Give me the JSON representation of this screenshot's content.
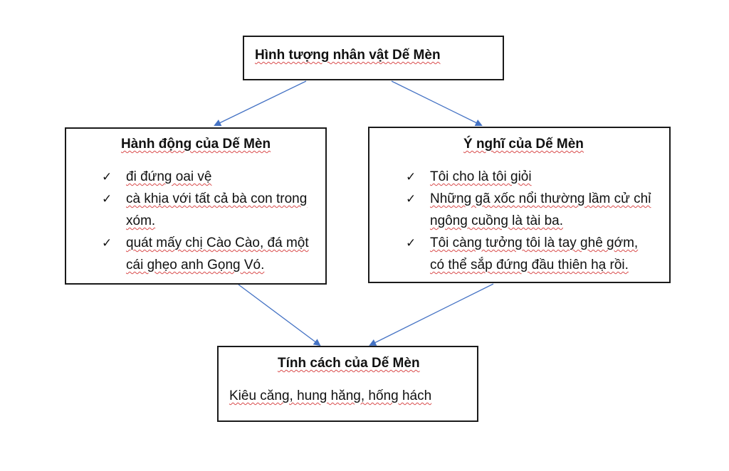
{
  "diagram": {
    "top": {
      "title": "Hình tượng nhân vật Dế Mèn"
    },
    "left": {
      "title": "Hành động của Dế Mèn",
      "items": [
        {
          "lines": [
            "đi đứng oai vệ"
          ]
        },
        {
          "lines": [
            "cà khịa với tất cả bà con trong",
            "xóm."
          ]
        },
        {
          "lines": [
            "quát mấy chị Cào Cào, đá một",
            "cái ghẹo anh Gọng Vó."
          ]
        }
      ]
    },
    "right": {
      "title": "Ý nghĩ của Dế Mèn",
      "items": [
        {
          "lines": [
            "Tôi cho là tôi giỏi"
          ]
        },
        {
          "lines": [
            "Những gã xốc nổi thường lầm cử chỉ",
            "ngông cuồng là tài ba."
          ]
        },
        {
          "lines": [
            "Tôi càng tưởng tôi là tay ghê gớm,",
            "có thể sắp đứng đầu thiên hạ rồi."
          ]
        }
      ]
    },
    "bottom": {
      "title": "Tính cách của Dế Mèn",
      "text": "Kiêu căng, hung hăng, hống hách"
    },
    "check_symbol": "✓",
    "colors": {
      "arrow": "#4472c4",
      "border": "#1a1a1a",
      "spellcheck": "#d94b4b"
    }
  }
}
